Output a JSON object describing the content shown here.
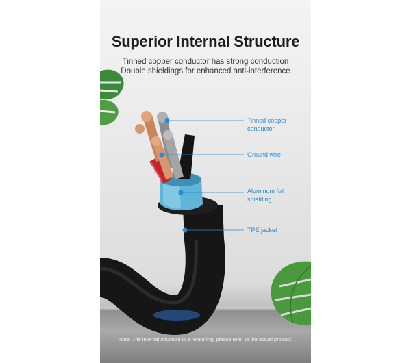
{
  "heading": {
    "title": "Superior Internal Structure",
    "line1": "Tinned copper conductor has strong conduction",
    "line2": "Double shieldings for enhanced anti-interference"
  },
  "callouts": [
    {
      "line1": "Tinned copper",
      "line2": "conductor"
    },
    {
      "line1": "Ground wire",
      "line2": ""
    },
    {
      "line1": "Aluminum foil",
      "line2": "shielding"
    },
    {
      "line1": "TPE jacket",
      "line2": ""
    }
  ],
  "note": "Note: The internal structure is a rendering, please refer to the actual product.",
  "colors": {
    "callout": "#2a8ad3",
    "jacket": "#1b1b1b",
    "foil": "#5fb4d8",
    "copper": "#d6966e",
    "red_insulation": "#c8232a",
    "leaf": "#3c8a3a"
  }
}
